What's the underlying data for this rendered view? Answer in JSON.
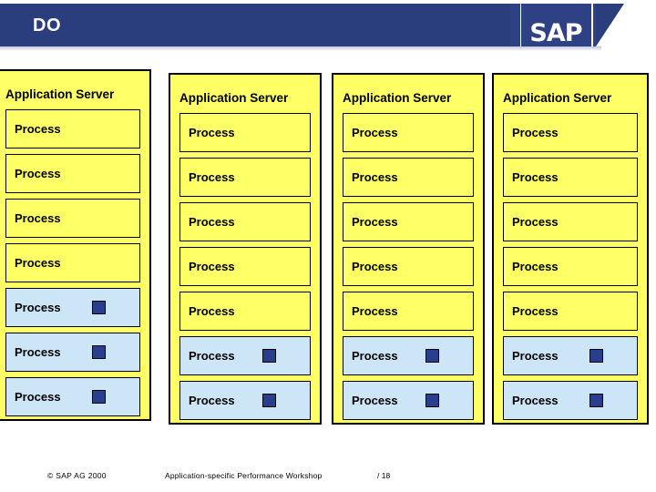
{
  "header": {
    "title": "DO",
    "logo": "SAP"
  },
  "diagram": {
    "columns": [
      {
        "title": "Application Server",
        "processes": [
          {
            "label": "Process",
            "highlighted": false,
            "marker": false
          },
          {
            "label": "Process",
            "highlighted": false,
            "marker": false
          },
          {
            "label": "Process",
            "highlighted": false,
            "marker": false
          },
          {
            "label": "Process",
            "highlighted": false,
            "marker": false
          },
          {
            "label": "Process",
            "highlighted": true,
            "marker": true
          },
          {
            "label": "Process",
            "highlighted": true,
            "marker": true
          },
          {
            "label": "Process",
            "highlighted": true,
            "marker": true
          }
        ]
      },
      {
        "title": "Application Server",
        "processes": [
          {
            "label": "Process",
            "highlighted": false,
            "marker": false
          },
          {
            "label": "Process",
            "highlighted": false,
            "marker": false
          },
          {
            "label": "Process",
            "highlighted": false,
            "marker": false
          },
          {
            "label": "Process",
            "highlighted": false,
            "marker": false
          },
          {
            "label": "Process",
            "highlighted": false,
            "marker": false
          },
          {
            "label": "Process",
            "highlighted": true,
            "marker": true
          },
          {
            "label": "Process",
            "highlighted": true,
            "marker": true
          }
        ]
      },
      {
        "title": "Application Server",
        "processes": [
          {
            "label": "Process",
            "highlighted": false,
            "marker": false
          },
          {
            "label": "Process",
            "highlighted": false,
            "marker": false
          },
          {
            "label": "Process",
            "highlighted": false,
            "marker": false
          },
          {
            "label": "Process",
            "highlighted": false,
            "marker": false
          },
          {
            "label": "Process",
            "highlighted": false,
            "marker": false
          },
          {
            "label": "Process",
            "highlighted": true,
            "marker": true
          },
          {
            "label": "Process",
            "highlighted": true,
            "marker": true
          }
        ]
      },
      {
        "title": "Application Server",
        "processes": [
          {
            "label": "Process",
            "highlighted": false,
            "marker": false
          },
          {
            "label": "Process",
            "highlighted": false,
            "marker": false
          },
          {
            "label": "Process",
            "highlighted": false,
            "marker": false
          },
          {
            "label": "Process",
            "highlighted": false,
            "marker": false
          },
          {
            "label": "Process",
            "highlighted": false,
            "marker": false
          },
          {
            "label": "Process",
            "highlighted": true,
            "marker": true
          },
          {
            "label": "Process",
            "highlighted": true,
            "marker": true
          }
        ]
      }
    ]
  },
  "footer": {
    "copyright": "©  SAP AG 2000",
    "center": "Application-specific Performance Workshop",
    "page": "/ 18"
  },
  "colors": {
    "header_blue": "#2a3e7e",
    "server_yellow": "#ffff66",
    "process_highlight": "#cce6f7",
    "marker_blue": "#2a3e8e",
    "outline": "#000000"
  }
}
